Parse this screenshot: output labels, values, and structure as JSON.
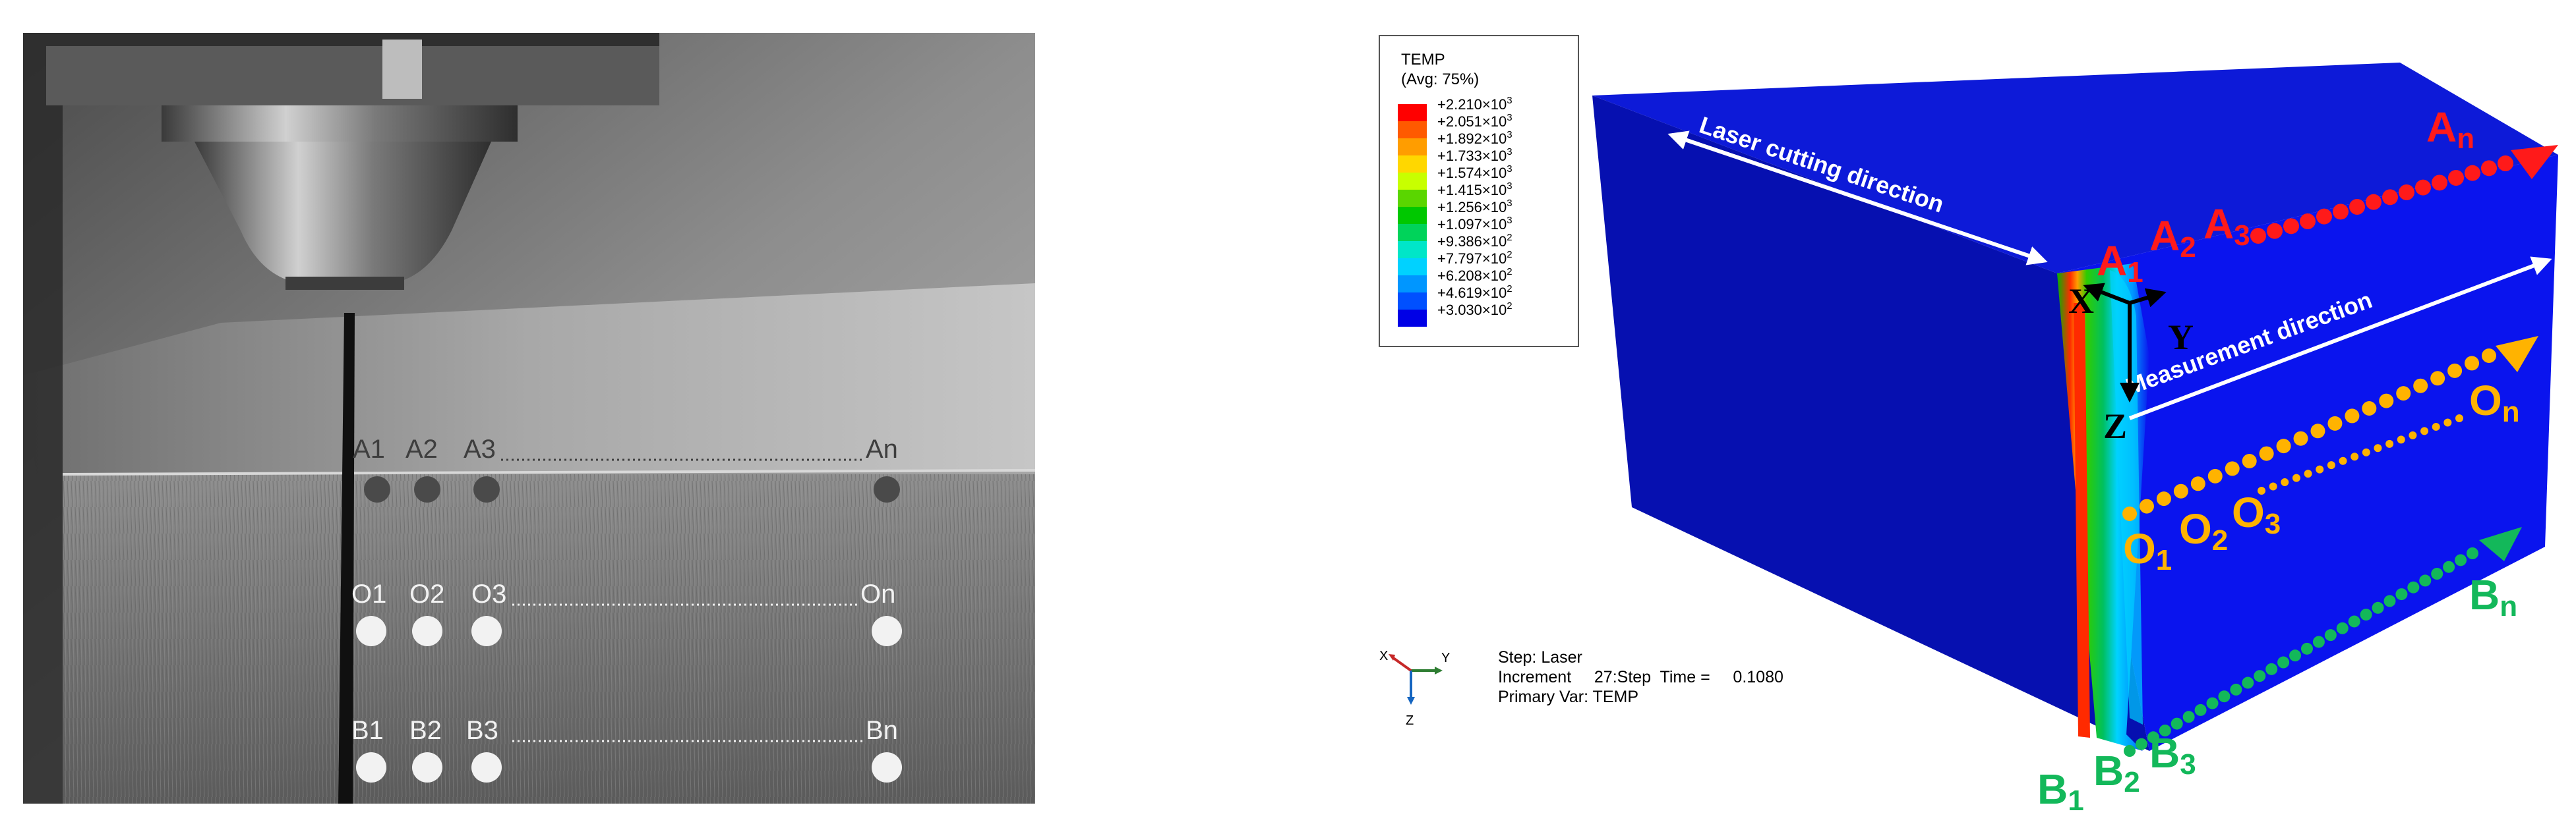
{
  "photo": {
    "row_a": [
      "A1",
      "A2",
      "A3",
      "An"
    ],
    "row_o": [
      "O1",
      "O2",
      "O3",
      "On"
    ],
    "row_b": [
      "B1",
      "B2",
      "B3",
      "Bn"
    ]
  },
  "legend": {
    "title": "TEMP",
    "subtitle": "(Avg: 75%)",
    "colors": [
      "#ff0000",
      "#ff5a00",
      "#ff9d00",
      "#ffd700",
      "#c8ff00",
      "#5ad600",
      "#00c800",
      "#00d35a",
      "#00e6c8",
      "#00d2ff",
      "#0096ff",
      "#0050ff",
      "#0000e6"
    ],
    "labels": [
      {
        "mant": "+2.210×10",
        "exp": "3"
      },
      {
        "mant": "+2.051×10",
        "exp": "3"
      },
      {
        "mant": "+1.892×10",
        "exp": "3"
      },
      {
        "mant": "+1.733×10",
        "exp": "3"
      },
      {
        "mant": "+1.574×10",
        "exp": "3"
      },
      {
        "mant": "+1.415×10",
        "exp": "3"
      },
      {
        "mant": "+1.256×10",
        "exp": "3"
      },
      {
        "mant": "+1.097×10",
        "exp": "3"
      },
      {
        "mant": "+9.386×10",
        "exp": "2"
      },
      {
        "mant": "+7.797×10",
        "exp": "2"
      },
      {
        "mant": "+6.208×10",
        "exp": "2"
      },
      {
        "mant": "+4.619×10",
        "exp": "2"
      },
      {
        "mant": "+3.030×10",
        "exp": "2"
      }
    ]
  },
  "triad": {
    "x": "X",
    "y": "Y",
    "z": "Z"
  },
  "step_info": {
    "line1": "Step: Laser",
    "line2": "Increment     27:Step  Time =     0.1080",
    "line3": "Primary Var: TEMP"
  },
  "model": {
    "laser_dir": "Laser cutting direction",
    "meas_dir": "Measurement direction",
    "axis_x": "X",
    "axis_y": "Y",
    "axis_z": "Z",
    "A": [
      {
        "l": "A",
        "s": "1"
      },
      {
        "l": "A",
        "s": "2"
      },
      {
        "l": "A",
        "s": "3"
      },
      {
        "l": "A",
        "s": "n"
      }
    ],
    "O": [
      {
        "l": "O",
        "s": "1"
      },
      {
        "l": "O",
        "s": "2"
      },
      {
        "l": "O",
        "s": "3"
      },
      {
        "l": "O",
        "s": "n"
      }
    ],
    "B": [
      {
        "l": "B",
        "s": "1"
      },
      {
        "l": "B",
        "s": "2"
      },
      {
        "l": "B",
        "s": "3"
      },
      {
        "l": "B",
        "s": "n"
      }
    ]
  },
  "colors": {
    "block_front": "#0a14ee",
    "block_top": "#0d1ad8",
    "block_side": "#0610b0",
    "red": "#ff1a1a",
    "orange": "#ffb300",
    "green": "#13b85a",
    "white": "#ffffff"
  }
}
